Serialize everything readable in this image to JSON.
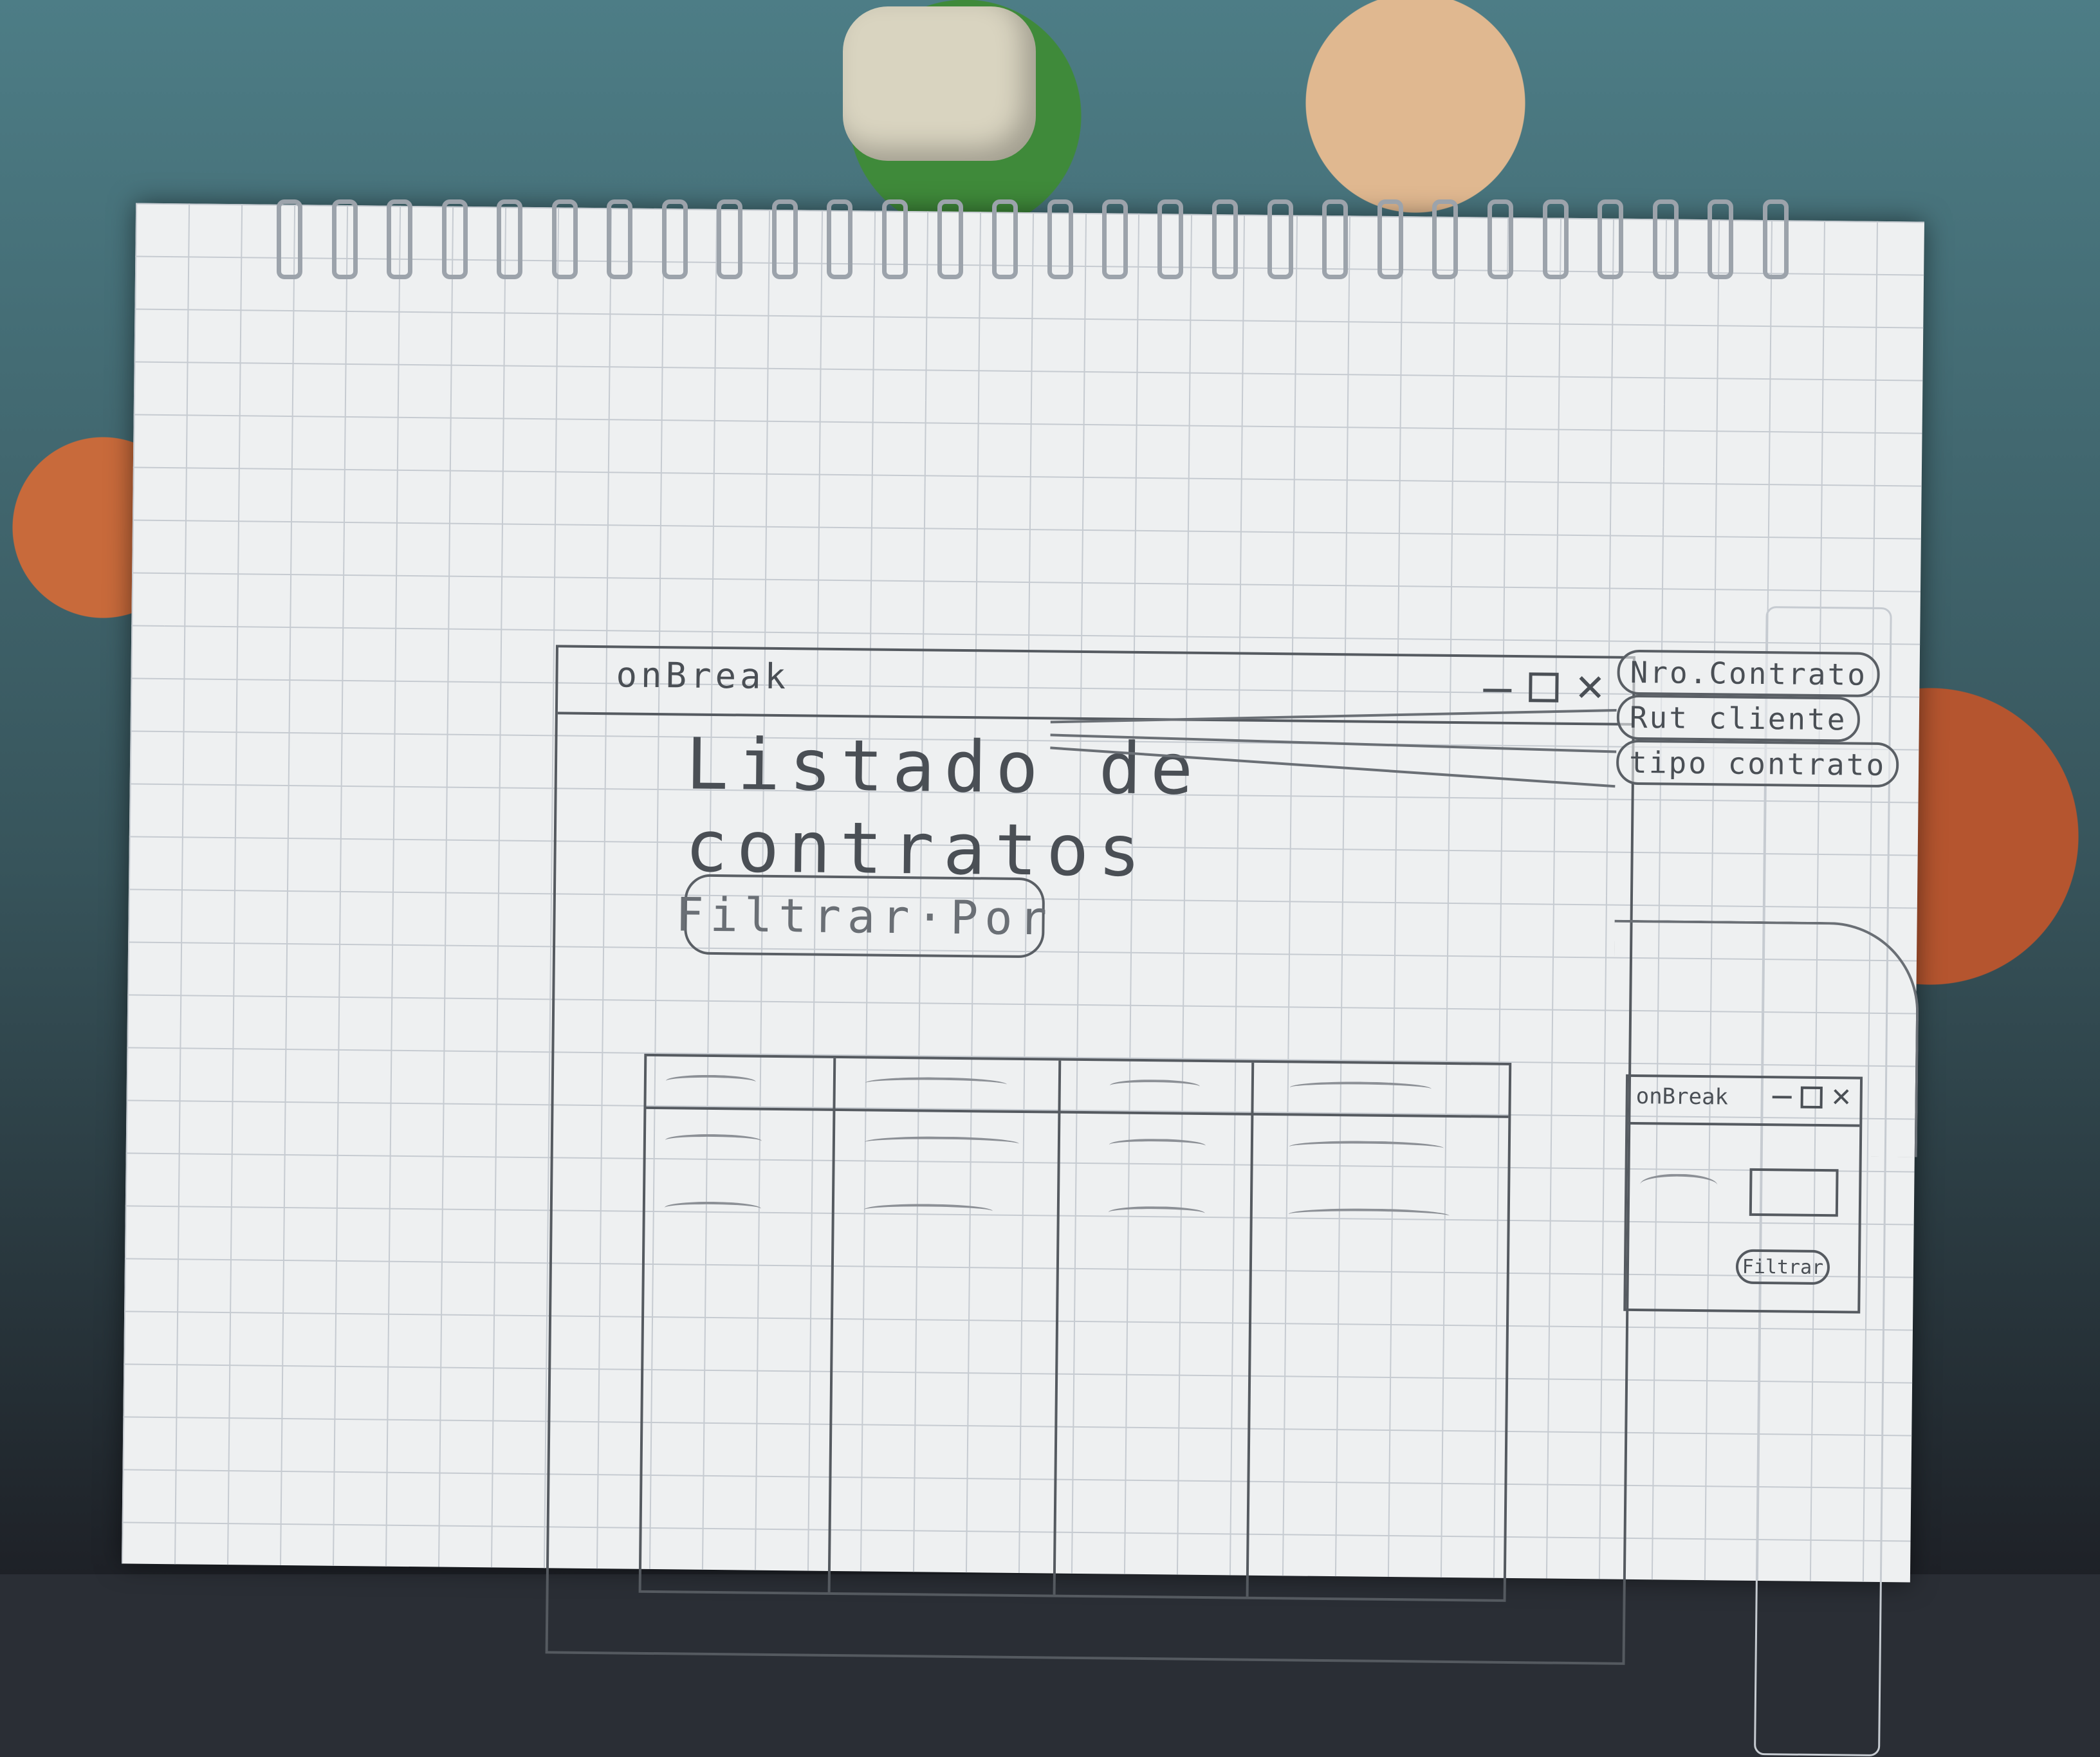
{
  "main_window": {
    "app_title": "onBreak",
    "page_title": "Listado de contratos",
    "filter_button_label": "Filtrar·Por",
    "table": {
      "columns": 4,
      "visible_rows": 2
    }
  },
  "filter_options": [
    "Nro.Contrato",
    "Rut cliente",
    "tipo contrato"
  ],
  "filter_dialog": {
    "title": "onBreak",
    "apply_button_label": "Filtrar"
  },
  "colors": {
    "pencil": "#4a4f55",
    "grid": "#c6cbd1",
    "paper": "#eef0f1"
  }
}
